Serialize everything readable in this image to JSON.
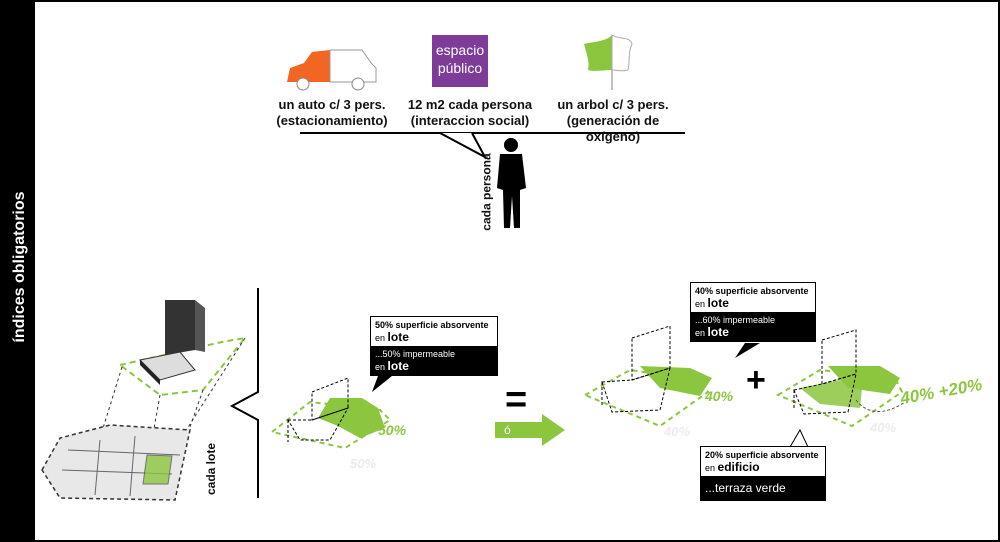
{
  "sidebar": {
    "title": "índices obligatorios"
  },
  "top": {
    "items": [
      {
        "line1": "un auto c/ 3 pers.",
        "line2": "(estacionamiento)"
      },
      {
        "line1": "12 m2 cada persona",
        "line2": "(interaccion social)"
      },
      {
        "line1": "un arbol c/ 3 pers.",
        "line2": "(generación de oxígeno)"
      }
    ],
    "espacio_line1": "espacio",
    "espacio_line2": "público",
    "cada_persona": "cada persona"
  },
  "left": {
    "cada_lote": "cada lote"
  },
  "callout1": {
    "title": "50% superficie absorvente",
    "en": "en",
    "lote": "lote",
    "sub": "...50% impermeable"
  },
  "pct50": "50%",
  "pct50_ghost": "50%",
  "equals": "=",
  "arrow_label": "ó",
  "callout2": {
    "title": "40% superficie absorvente",
    "en": "en",
    "lote": "lote",
    "sub": "...60% impermeable"
  },
  "pct40": "40%",
  "pct40_ghost": "40%",
  "plus": "+",
  "pct_sum": "40% +20%",
  "pct_sum_ghost": "40%",
  "callout3": {
    "title": "20% superficie absorvente",
    "en": "en",
    "edificio": "edificio",
    "sub": "...terraza verde"
  },
  "colors": {
    "green": "#8cc63f",
    "orange": "#f26522",
    "purple": "#7d3c98"
  }
}
